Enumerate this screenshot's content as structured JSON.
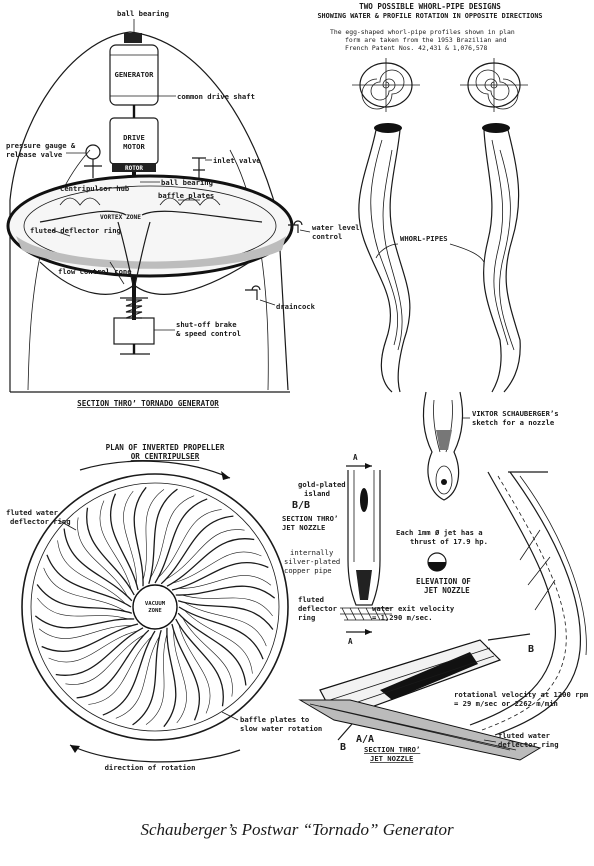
{
  "caption": "Schauberger’s Postwar “Tornado” Generator",
  "generator": {
    "title": "SECTION THRO’ TORNADO GENERATOR",
    "box_generator": "GENERATOR",
    "box_drive_motor": "DRIVE\nMOTOR",
    "box_rotor": "ROTOR",
    "vortex_zone": "VORTEX ZONE",
    "labels": {
      "ball_bearing_top": "ball bearing",
      "common_drive_shaft": "common drive shaft",
      "pressure_gauge": "pressure gauge &\nrelease valve",
      "inlet_valve": "inlet valve",
      "centripulsor_hub": "centripulsor hub",
      "ball_bearing_mid": "ball bearing",
      "baffle_plates": "baffle plates",
      "fluted_deflector_ring": "fluted deflector ring",
      "water_level_control": "water level\ncontrol",
      "flow_control_cone": "flow control cone",
      "draincock": "draincock",
      "shutoff_brake": "shut-off brake\n& speed control"
    }
  },
  "whorl": {
    "title_line1": "TWO POSSIBLE WHORL-PIPE DESIGNS",
    "title_line2": "SHOWING WATER & PROFILE ROTATION IN OPPOSITE DIRECTIONS",
    "note": "The egg-shaped whorl-pipe profiles shown in plan\nform are taken from the 1953 Brazilian and\nFrench Patent Nos. 42,431 & 1,076,578",
    "label_pipes": "WHORL-PIPES"
  },
  "sketch": {
    "note": "VIKTOR SCHAUBERGER’s\nsketch for a nozzle"
  },
  "propeller": {
    "title_line1": "PLAN OF INVERTED PROPELLER",
    "title_line2": "OR CENTRIPULSER",
    "hub_label": "VACUUM\nZONE",
    "fluted_ring": "fluted water\ndeflector ring",
    "baffle_plates": "baffle plates to\nslow water rotation",
    "direction": "direction  of  rotation"
  },
  "nozzle": {
    "marker_a": "A",
    "marker_bb": "B/B",
    "gold_plated": "gold-plated\nisland",
    "section_title": "SECTION THRO’\nJET NOZZLE",
    "silver_plated": "internally\nsilver-plated\ncopper pipe",
    "fluted_ring": "fluted\ndeflector\nring",
    "exit_velocity": "water exit velocity\n= 1,290 m/sec.",
    "thrust": "Each 1mm Ø jet has a\nthrust of 17.9 hp.",
    "elevation": "ELEVATION OF\nJET NOZZLE",
    "marker_b": "B",
    "marker_aa": "A/A",
    "rotational": "rotational velocity at 1200 rpm\n= 29 m/sec or 2262 m/min",
    "section_title2": "SECTION THRO’\nJET NOZZLE",
    "fluted_water": "fluted water\ndeflector ring"
  }
}
